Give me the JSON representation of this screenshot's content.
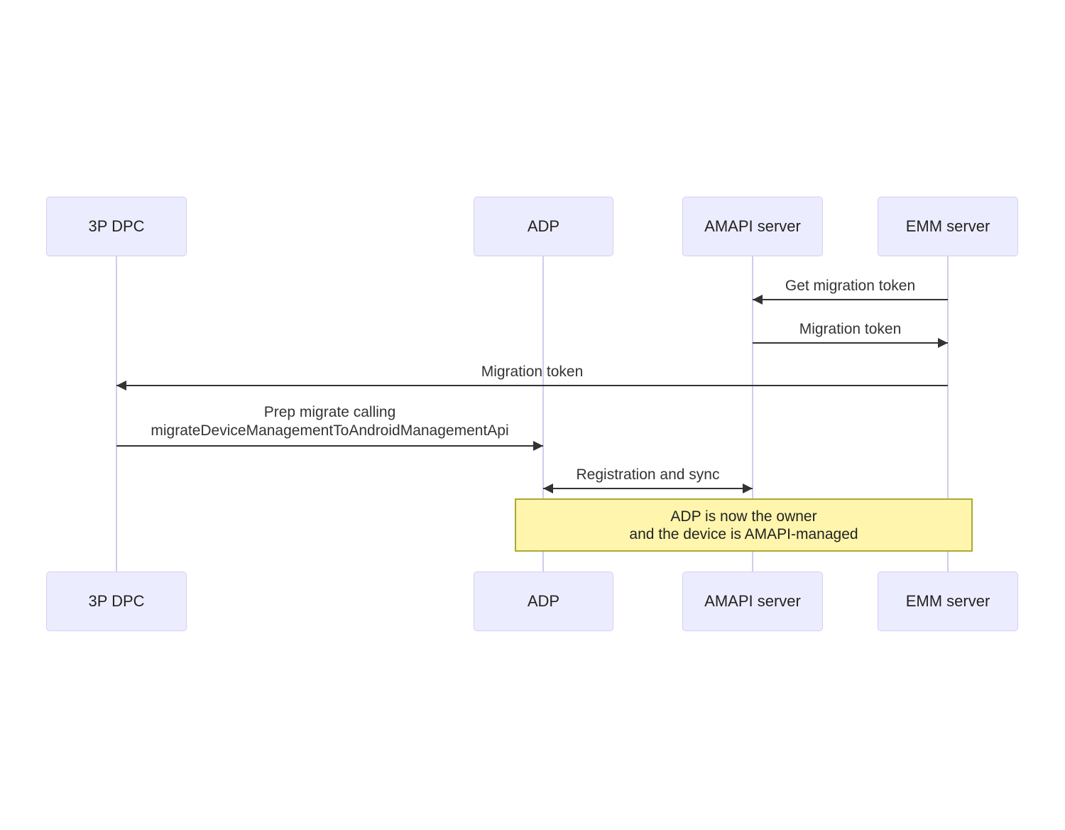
{
  "diagram": {
    "kind": "sequence-diagram",
    "actors": [
      {
        "id": "3p-dpc",
        "label": "3P DPC"
      },
      {
        "id": "adp",
        "label": "ADP"
      },
      {
        "id": "amapi-server",
        "label": "AMAPI server"
      },
      {
        "id": "emm-server",
        "label": "EMM server"
      }
    ],
    "messages": [
      {
        "from": "EMM server",
        "to": "AMAPI server",
        "direction": "left",
        "lines": [
          "Get migration token"
        ]
      },
      {
        "from": "AMAPI server",
        "to": "EMM server",
        "direction": "right",
        "lines": [
          "Migration token"
        ]
      },
      {
        "from": "EMM server",
        "to": "3P DPC",
        "direction": "left",
        "lines": [
          "Migration token"
        ]
      },
      {
        "from": "3P DPC",
        "to": "ADP",
        "direction": "right",
        "lines": [
          "Prep migrate calling",
          "migrateDeviceManagementToAndroidManagementApi"
        ]
      },
      {
        "from": "ADP",
        "to": "AMAPI server",
        "direction": "both",
        "lines": [
          "Registration and sync"
        ]
      }
    ],
    "note": {
      "over": [
        "ADP",
        "EMM server"
      ],
      "lines": [
        "ADP is now the owner",
        "and the device is AMAPI-managed"
      ]
    },
    "colors": {
      "background": "#ffffff",
      "actor_fill": "#ECECFF",
      "actor_border": "#d6cdf2",
      "lifeline": "#d2cbec",
      "arrow": "#333333",
      "message_text": "#333333",
      "note_fill": "#fff5ad",
      "note_border": "#aaaa33",
      "note_text": "#222222"
    }
  }
}
